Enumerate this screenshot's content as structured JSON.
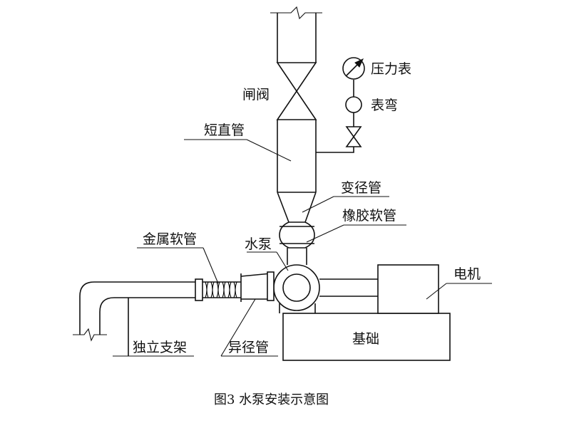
{
  "diagram": {
    "labels": {
      "valve": "闸阀",
      "short_pipe": "短直管",
      "pressure_gauge": "压力表",
      "gauge_elbow": "表弯",
      "reducer": "变径管",
      "rubber_hose": "橡胶软管",
      "metal_hose": "金属软管",
      "pump": "水泵",
      "motor": "电机",
      "foundation": "基础",
      "support": "独立支架",
      "reducer_eccentric": "异径管"
    },
    "caption": "图3  水泵安装示意图"
  }
}
